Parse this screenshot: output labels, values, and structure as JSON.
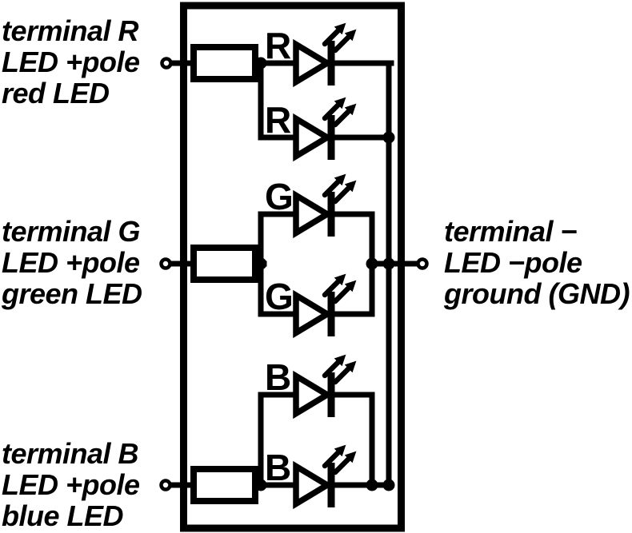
{
  "diagram": {
    "type": "circuit-schematic",
    "colors": {
      "line": "#000000",
      "background": "#ffffff"
    },
    "terminals": [
      {
        "name": "R",
        "lines": [
          "terminal R",
          "LED +pole",
          "red LED"
        ]
      },
      {
        "name": "G",
        "lines": [
          "terminal G",
          "LED +pole",
          "green LED"
        ]
      },
      {
        "name": "B",
        "lines": [
          "terminal B",
          "LED +pole",
          "blue LED"
        ]
      },
      {
        "name": "GND",
        "lines": [
          "terminal −",
          "LED −pole",
          "ground (GND)"
        ]
      }
    ],
    "led_labels": [
      "R",
      "R",
      "G",
      "G",
      "B",
      "B"
    ]
  }
}
